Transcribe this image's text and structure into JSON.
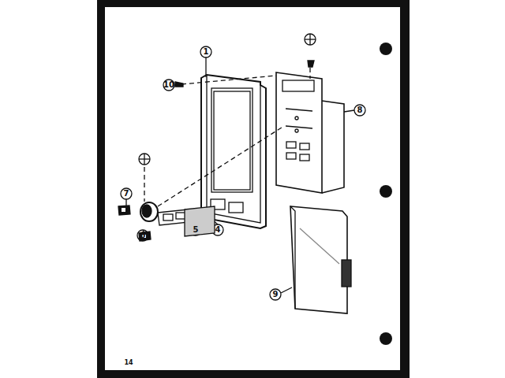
{
  "diagram": {
    "labels": [
      "10",
      "1",
      "8",
      "7",
      "5",
      "4",
      "6",
      "9",
      "14"
    ]
  }
}
